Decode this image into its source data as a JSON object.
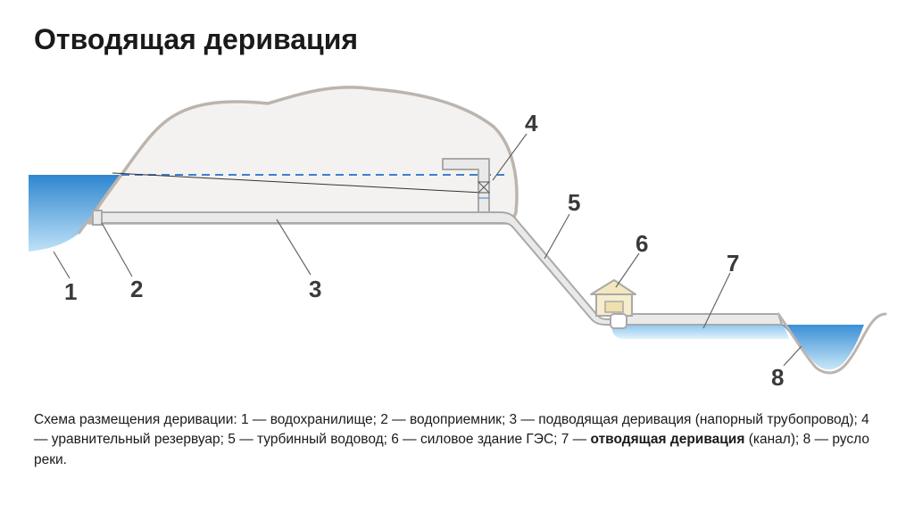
{
  "slide": {
    "title": "Отводящая деривация"
  },
  "diagram": {
    "labels": [
      {
        "id": "1",
        "text": "1"
      },
      {
        "id": "2",
        "text": "2"
      },
      {
        "id": "3",
        "text": "3"
      },
      {
        "id": "4",
        "text": "4"
      },
      {
        "id": "5",
        "text": "5"
      },
      {
        "id": "6",
        "text": "6"
      },
      {
        "id": "7",
        "text": "7"
      },
      {
        "id": "8",
        "text": "8"
      }
    ],
    "colors": {
      "water": "#4fa3dc",
      "ground": "#f4f2f0",
      "ground_outline": "#bcb4ad",
      "pipe": "#e9e9e9",
      "pipe_outline": "#a9a9a9",
      "water_level": "#3f7fcf"
    }
  },
  "caption": {
    "part1": "Схема размещения деривации: 1 — водохранилище; 2 — водоприемник; 3 — подводящая деривация (напорный трубопровод); 4 — уравнительный резервуар; 5 — турбинный водовод; 6 — силовое здание ГЭС; 7 — ",
    "bold": "отводящая деривация",
    "part2": " (канал); 8 — русло реки."
  }
}
